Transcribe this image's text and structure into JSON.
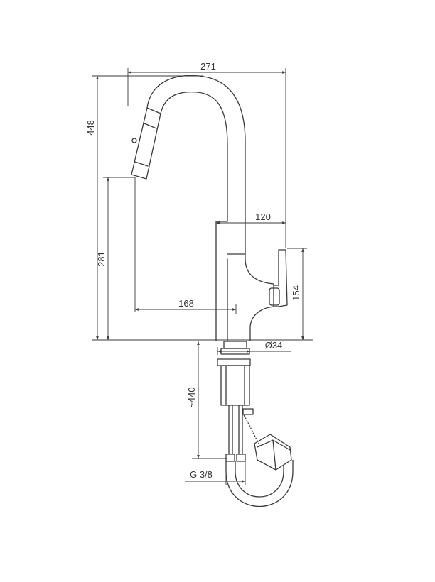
{
  "drawing": {
    "dimensions": {
      "overall_width": "271",
      "overall_height": "448",
      "spout_outlet_height": "281",
      "handle_projection": "120",
      "handle_height": "154",
      "spout_reach": "168",
      "base_diameter": "Ø34",
      "under_counter_length": "~440",
      "hose_thread": "G 3/8"
    },
    "colors": {
      "line": "#3a3a3a",
      "text": "#333333",
      "background": "#ffffff"
    }
  }
}
